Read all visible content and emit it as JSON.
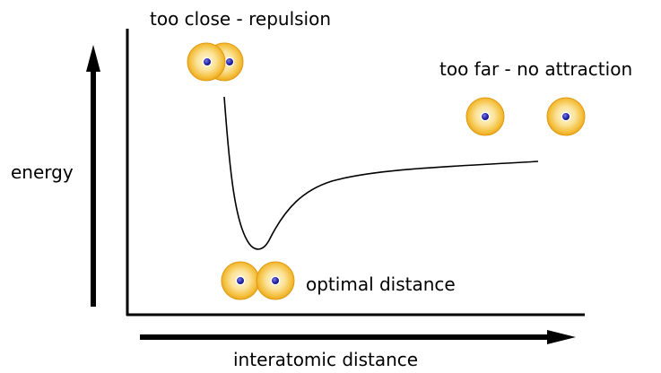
{
  "labels": {
    "too_close": "too close - repulsion",
    "too_far": "too far - no attraction",
    "optimal": "optimal distance",
    "y_axis": "energy",
    "x_axis": "interatomic distance"
  },
  "colors": {
    "atom_outer": "#F0AF1E",
    "atom_inner": "#FDEDB0",
    "nucleus": "#1B1B8F",
    "line": "#000000"
  },
  "icons": {
    "atom": "atom-icon",
    "nucleus": "nucleus-icon"
  }
}
